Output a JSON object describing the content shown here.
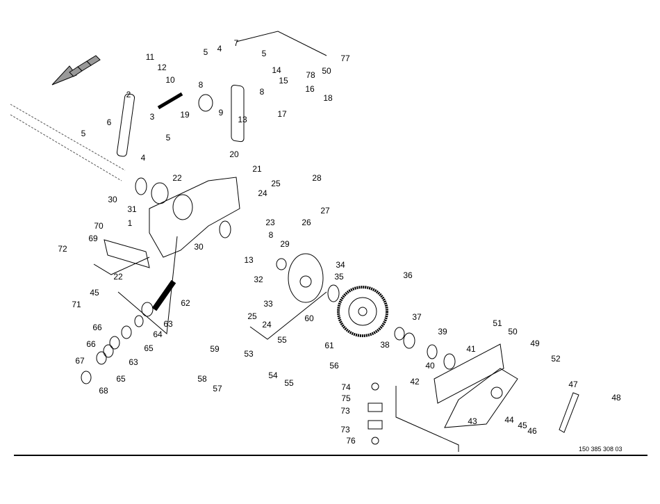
{
  "diagram": {
    "drawing_number": "150 385 308 03",
    "direction_icon": "forward-arrow-icon",
    "labels": [
      "11",
      "12",
      "5",
      "4",
      "7",
      "5",
      "77",
      "50",
      "78",
      "14",
      "15",
      "10",
      "8",
      "8",
      "16",
      "18",
      "9",
      "19",
      "13",
      "17",
      "2",
      "3",
      "6",
      "5",
      "5",
      "4",
      "20",
      "21",
      "22",
      "28",
      "25",
      "24",
      "30",
      "31",
      "27",
      "26",
      "1",
      "23",
      "70",
      "8",
      "69",
      "29",
      "72",
      "30",
      "13",
      "34",
      "22",
      "32",
      "35",
      "36",
      "45",
      "71",
      "33",
      "62",
      "63",
      "25",
      "24",
      "60",
      "37",
      "64",
      "66",
      "51",
      "50",
      "39",
      "55",
      "61",
      "38",
      "65",
      "49",
      "41",
      "66",
      "59",
      "53",
      "63",
      "40",
      "52",
      "56",
      "67",
      "54",
      "55",
      "65",
      "58",
      "57",
      "42",
      "74",
      "47",
      "75",
      "68",
      "48",
      "73",
      "43",
      "44",
      "45",
      "46",
      "73",
      "76"
    ]
  }
}
